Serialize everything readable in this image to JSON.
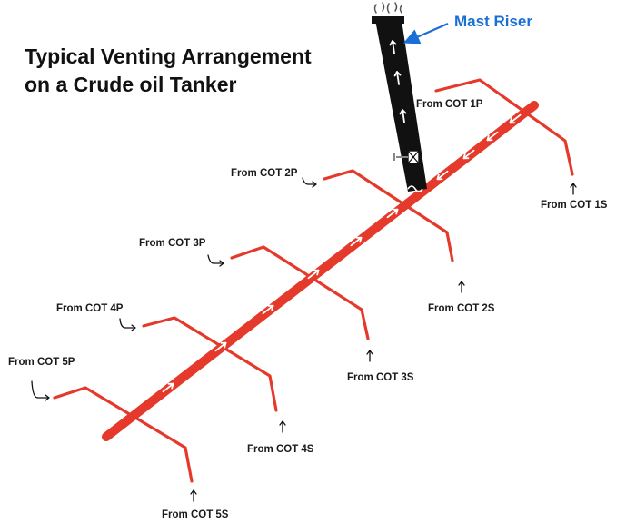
{
  "title": {
    "line1": "Typical Venting Arrangement",
    "line2": "on a Crude oil Tanker"
  },
  "riser": {
    "label": "Mast Riser"
  },
  "branches": {
    "cot_1p": "From COT 1P",
    "cot_1s": "From COT 1S",
    "cot_2p": "From COT 2P",
    "cot_2s": "From COT 2S",
    "cot_3p": "From COT 3P",
    "cot_3s": "From COT 3S",
    "cot_4p": "From COT 4P",
    "cot_4s": "From COT 4S",
    "cot_5p": "From COT 5P",
    "cot_5s": "From COT 5S"
  },
  "colors": {
    "pipe": "#e53a2b",
    "riser": "#111111",
    "riser_label": "#1a6fd6",
    "flow_arrow": "#ffffff"
  }
}
